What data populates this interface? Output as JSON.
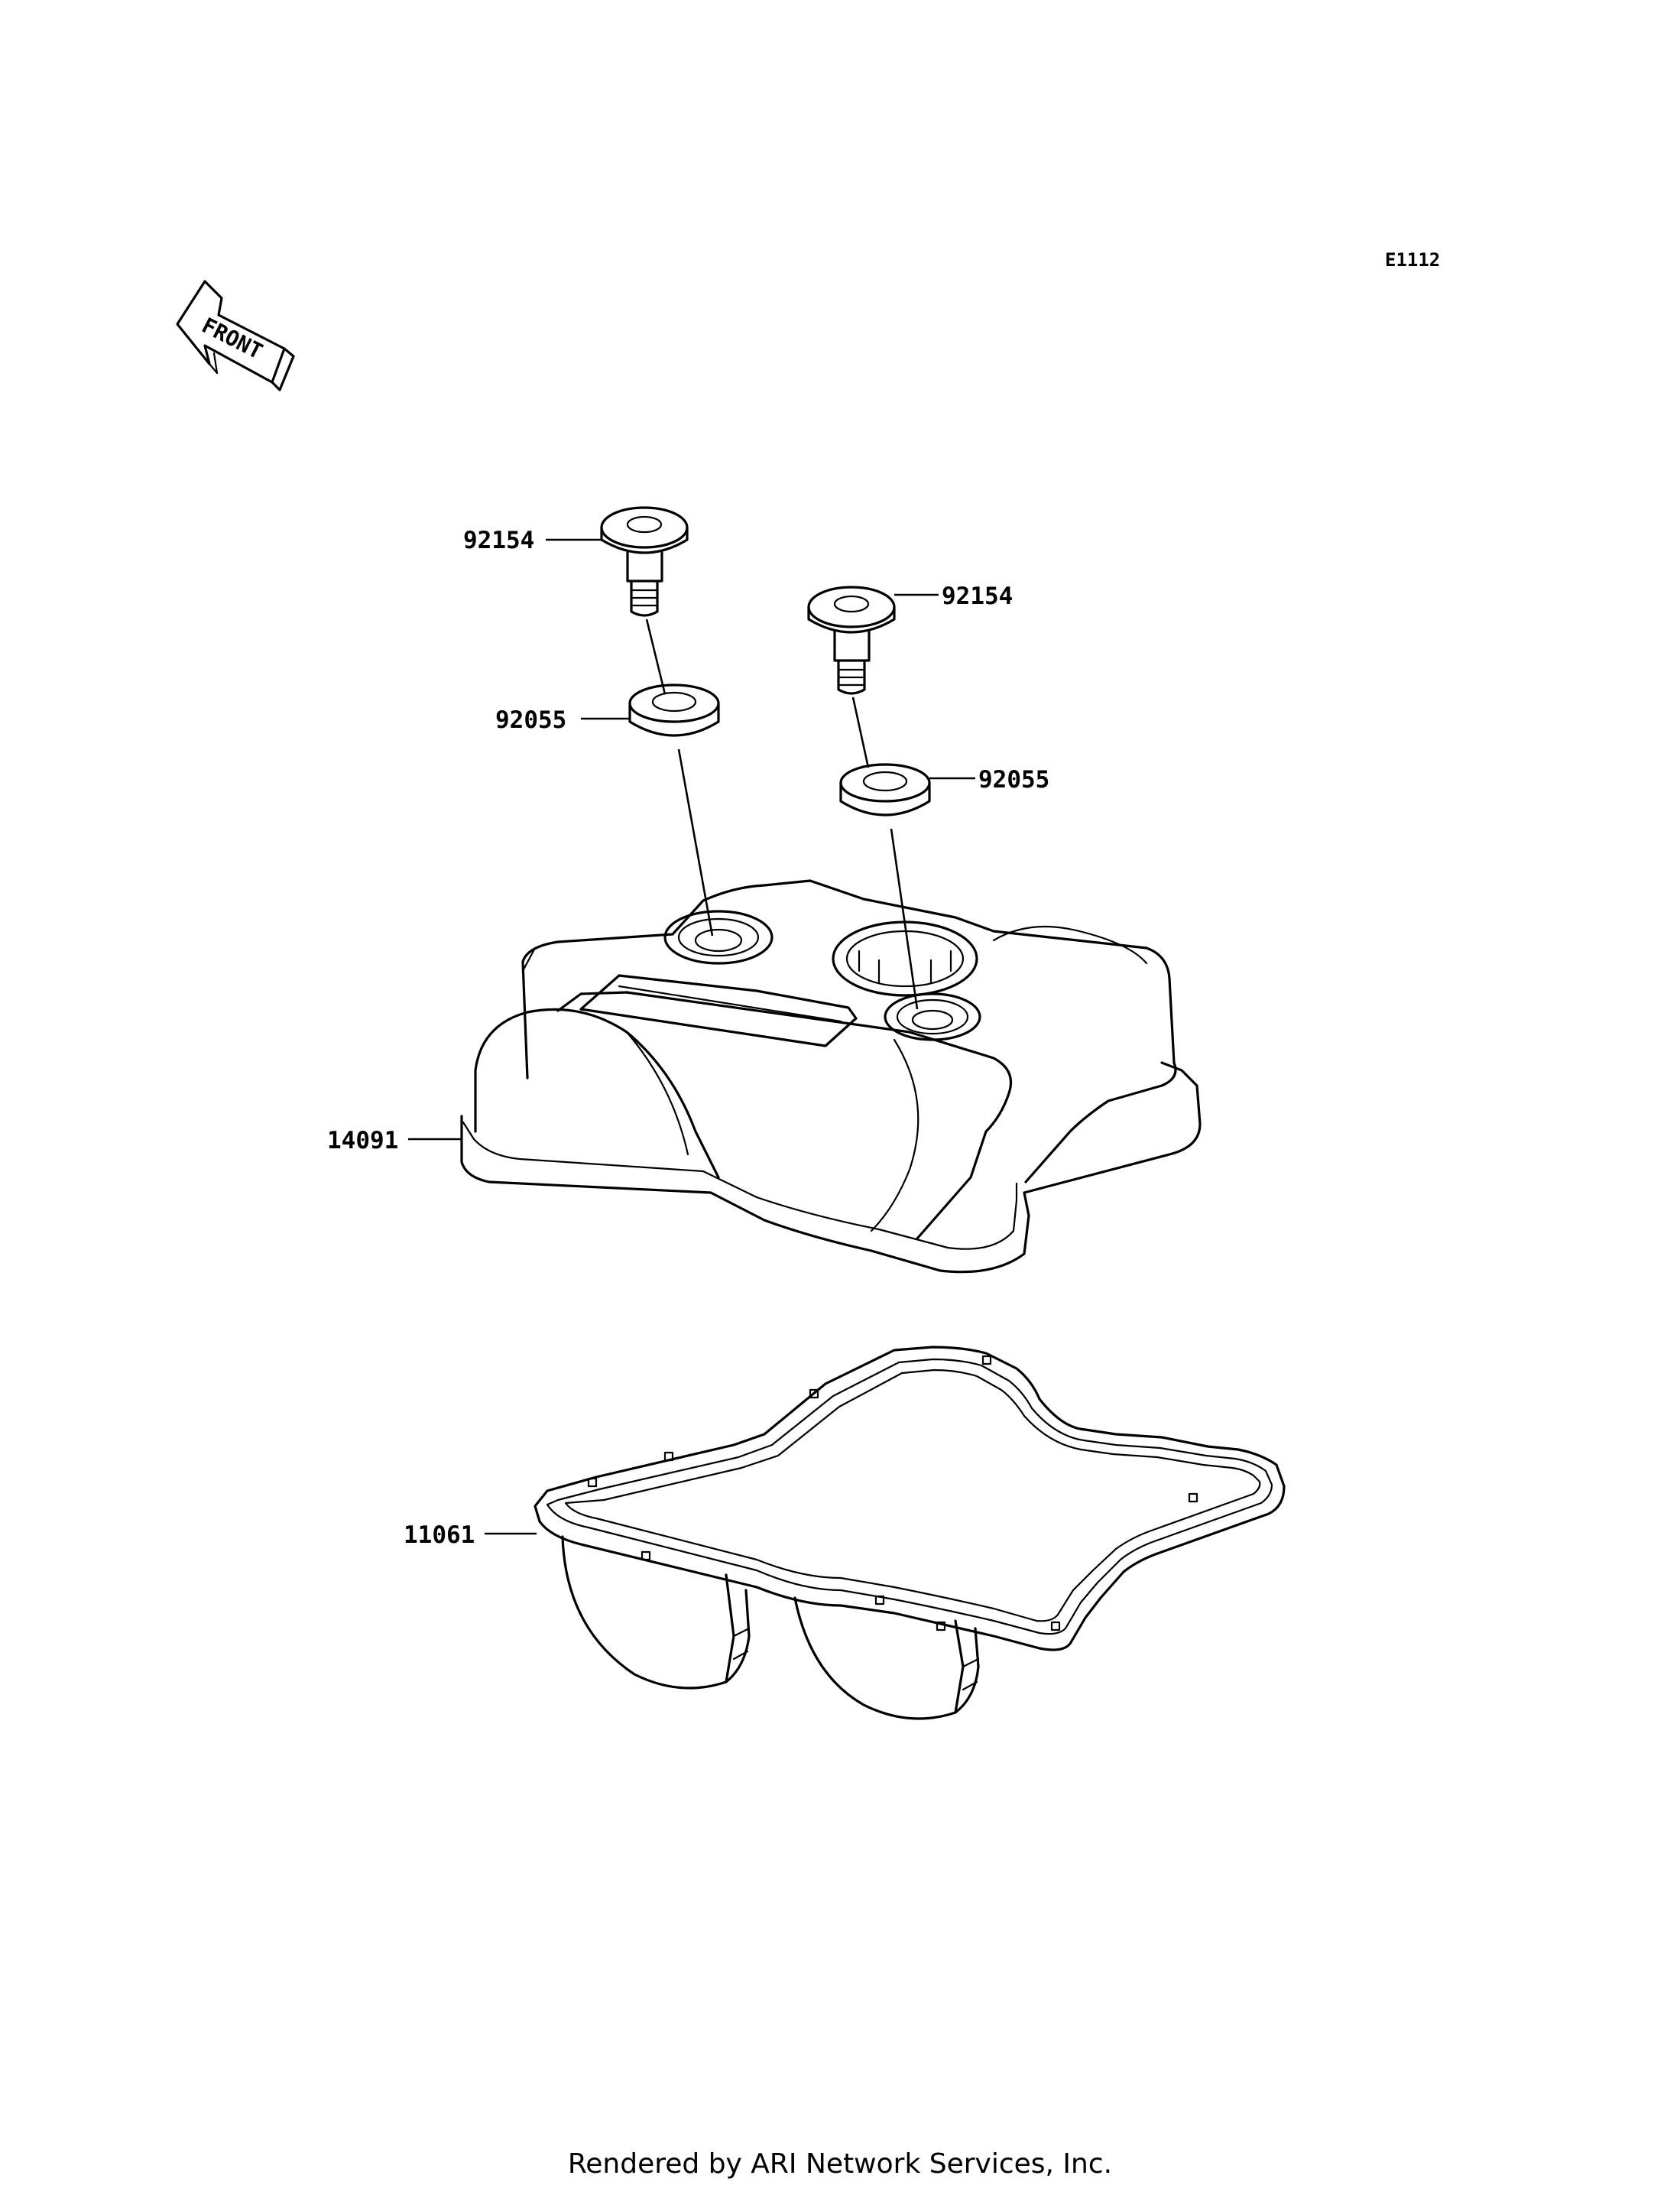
{
  "diagram_code": "E1112",
  "front_indicator": "FRONT",
  "parts": {
    "bolt_left": "92154",
    "bolt_right": "92154",
    "washer_left": "92055",
    "washer_right": "92055",
    "cylinder_head_cover": "14091",
    "gasket": "11061"
  },
  "footer": "Rendered by ARI Network Services, Inc."
}
